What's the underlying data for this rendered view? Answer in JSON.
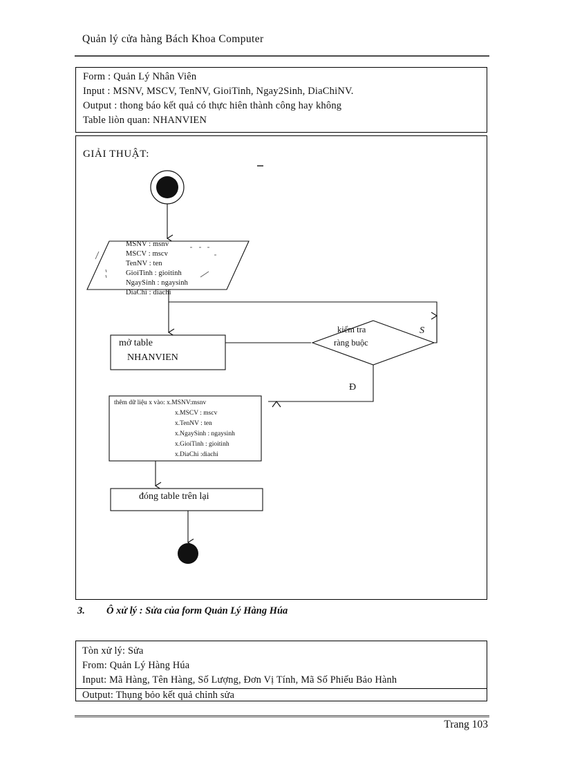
{
  "header": {
    "title": "Quản lý cửa hàng Bách Khoa Computer"
  },
  "info_box": {
    "lines": [
      "Form : Quản Lý Nhân Viên",
      "Input : MSNV, MSCV, TenNV, GioiTinh,  Ngay2Sinh,  DiaChiNV.",
      "Output : thong báo kết quả có thực hiên  thành  công hay không",
      "Table liòn  quan:  NHANVIEN"
    ]
  },
  "diagram": {
    "caption": "GIẢI THUẬT:",
    "start_node": "start-node",
    "end_node": "end-node",
    "input_node": {
      "shape": "parallelogram",
      "fields": [
        "MSNV : msnv",
        "MSCV : mscv",
        "TenNV : ten",
        "GioiTinh : gioitinh",
        "NgaySinh : ngaysinh",
        "DiaChi : diachi"
      ]
    },
    "open_table_node": {
      "line1": "mở table",
      "line2": "NHANVIEN"
    },
    "decision_node": {
      "line1": "kiểm tra",
      "line2": "ràng buộc",
      "branch_true": "Đ",
      "branch_false": "S"
    },
    "insert_node": {
      "header": "thêm dữ liệu x vào: x.MSNV:msnv",
      "fields": [
        "x.MSCV : mscv",
        "x.TenNV : ten",
        "x.NgaySinh : ngaysinh",
        "x.GioiTinh : gioitinh",
        "x.DiaChi :diachi"
      ]
    },
    "close_table_node": "đóng   table trên lại"
  },
  "section_heading": {
    "number": "3.",
    "text": "Ô xử lý : Sửa của form Quản Lý Hàng Húa"
  },
  "bottom_box": {
    "lines": [
      "Tòn xử lý:  Sửa",
      "From:  Quản Lý Hàng Húa",
      "Input:  Mã Hàng,  Tên Hàng,  Số Lượng,  Đơn Vị Tính,  Mã Số Phiếu  Bảo Hành",
      "Output:  Thụng  bỏo kết quả chỉnh  sửa"
    ]
  },
  "footer": {
    "page_label": "Trang   103"
  }
}
